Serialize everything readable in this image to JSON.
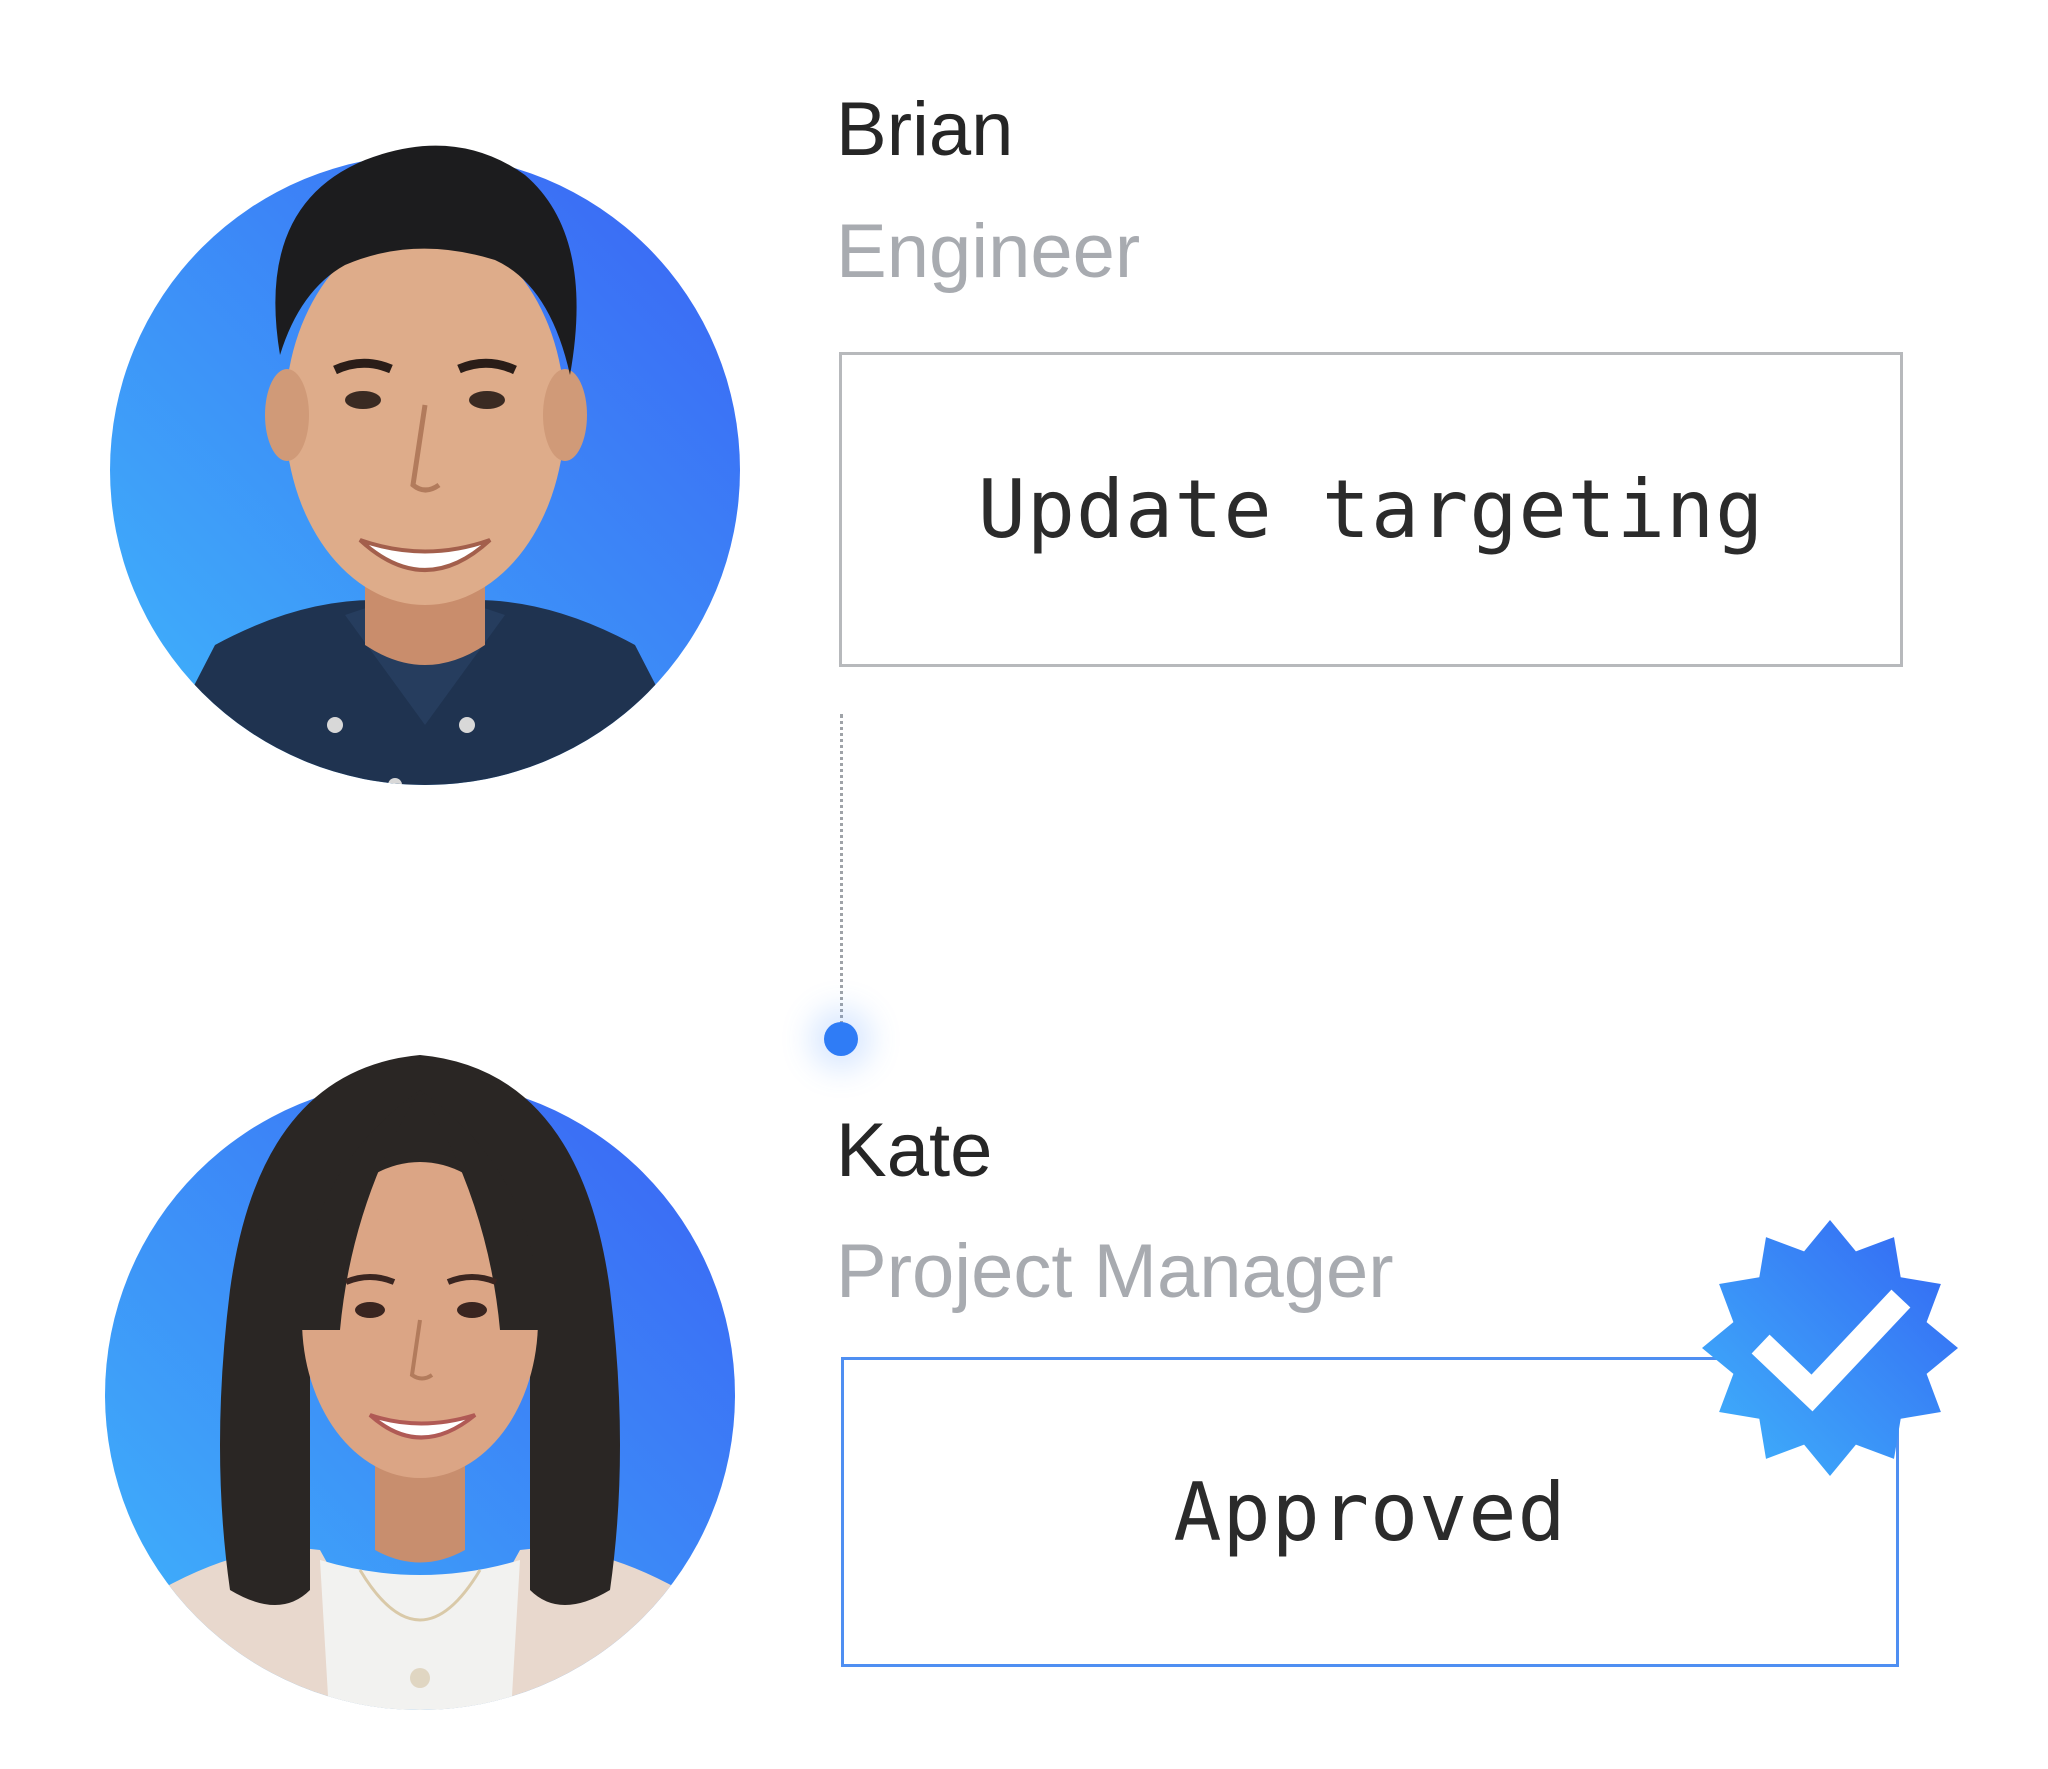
{
  "people": [
    {
      "name": "Brian",
      "role": "Engineer"
    },
    {
      "name": "Kate",
      "role": "Project Manager"
    }
  ],
  "task_card": {
    "text": "Update targeting"
  },
  "approval_card": {
    "text": "Approved"
  },
  "icons": {
    "connector": "dotted-connector",
    "node": "connector-dot-icon",
    "verified": "verified-badge-icon"
  },
  "colors": {
    "accent_blue": "#2f7cf6",
    "gradient_light": "#3fb6fb",
    "gradient_dark": "#3a62f4",
    "name_text": "#262626",
    "role_text": "#a8abb0",
    "task_border": "#b7b9bc",
    "approved_border": "#4f8ff2"
  }
}
